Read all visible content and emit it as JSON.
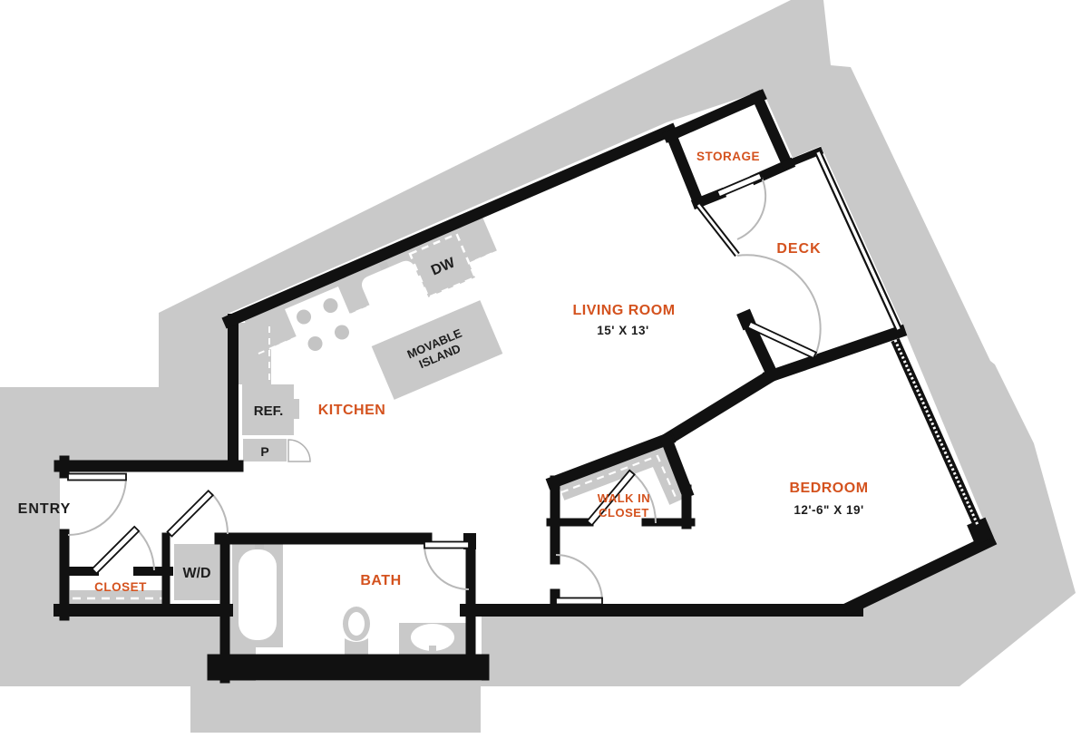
{
  "plan_type": "apartment-floor-plan",
  "colors": {
    "wall": "#111111",
    "accent_orange": "#d4521e",
    "text_dark": "#1d1d1d",
    "background_mask": "#c9c9c9",
    "fixture_gray": "#c9c9c9",
    "burner_gray": "#c4c4c4",
    "door_arc": "#b8b8b8"
  },
  "rooms": {
    "entry": {
      "label": "ENTRY"
    },
    "closet": {
      "label": "CLOSET"
    },
    "laundry": {
      "label": "W/D"
    },
    "bath": {
      "label": "BATH"
    },
    "kitchen": {
      "label": "KITCHEN"
    },
    "living_room": {
      "label": "LIVING ROOM",
      "dimensions": "15' X 13'"
    },
    "storage": {
      "label": "STORAGE"
    },
    "deck": {
      "label": "DECK"
    },
    "walk_in_closet": {
      "label_line1": "WALK IN",
      "label_line2": "CLOSET"
    },
    "bedroom": {
      "label": "BEDROOM",
      "dimensions": "12'-6\" X 19'"
    }
  },
  "fixtures": {
    "refrigerator": {
      "label": "REF."
    },
    "pantry": {
      "label": "P"
    },
    "dishwasher": {
      "label": "DW"
    },
    "movable_island": {
      "label_line1": "MOVABLE",
      "label_line2": "ISLAND"
    }
  }
}
